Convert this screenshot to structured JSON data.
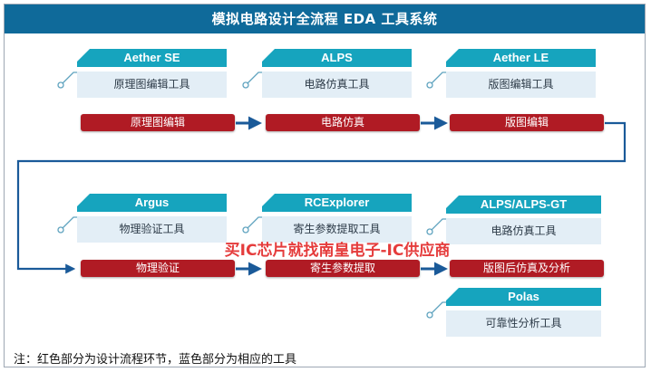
{
  "title": "模拟电路设计全流程 EDA 工具系统",
  "colors": {
    "title_bg": "#0f6a9a",
    "tool_tab": "#16a4be",
    "tool_body": "#e3eef6",
    "process_step": "#b01b24",
    "arrow": "#1a5a99"
  },
  "row1": {
    "tools": [
      {
        "name": "Aether SE",
        "desc": "原理图编辑工具"
      },
      {
        "name": "ALPS",
        "desc": "电路仿真工具"
      },
      {
        "name": "Aether LE",
        "desc": "版图编辑工具"
      }
    ],
    "steps": [
      "原理图编辑",
      "电路仿真",
      "版图编辑"
    ]
  },
  "row2": {
    "tools": [
      {
        "name": "Argus",
        "desc": "物理验证工具"
      },
      {
        "name": "RCExplorer",
        "desc": "寄生参数提取工具"
      },
      {
        "name": "ALPS/ALPS-GT",
        "desc": "电路仿真工具"
      },
      {
        "name": "Polas",
        "desc": "可靠性分析工具"
      }
    ],
    "steps": [
      "物理验证",
      "寄生参数提取",
      "版图后仿真及分析"
    ]
  },
  "watermark": "买IC芯片就找南皇电子-IC供应商",
  "note": "注：红色部分为设计流程环节，蓝色部分为相应的工具"
}
